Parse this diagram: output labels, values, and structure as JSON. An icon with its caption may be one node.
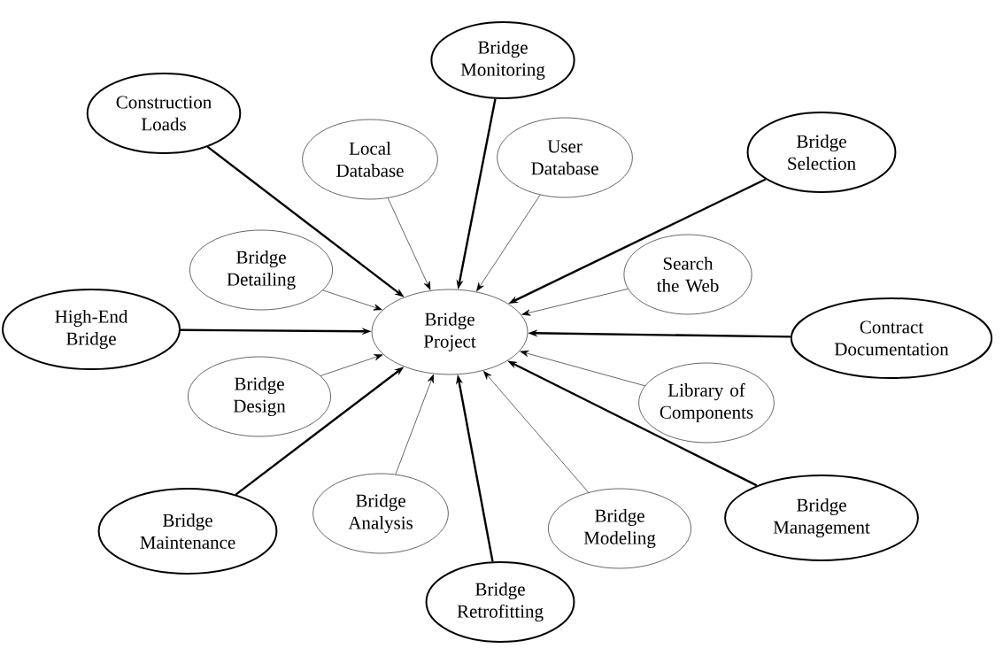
{
  "diagram": {
    "nodes": [
      {
        "text": [
          "Bridge Project"
        ]
      },
      {
        "text": [
          "Bridge Monitoring"
        ]
      },
      {
        "text": [
          "Construction Loads"
        ]
      },
      {
        "text": [
          "Local Database"
        ]
      },
      {
        "text": [
          "User Database"
        ]
      },
      {
        "text": [
          "Bridge Selection"
        ]
      },
      {
        "text": [
          "Bridge Detailing"
        ]
      },
      {
        "text": [
          "Search the Web"
        ]
      },
      {
        "text": [
          "High-End Bridge"
        ]
      },
      {
        "text": [
          "Contract Documentation"
        ]
      },
      {
        "text": [
          "Bridge Design"
        ]
      },
      {
        "text": [
          "Library of Components"
        ]
      },
      {
        "text": [
          "Bridge Analysis"
        ]
      },
      {
        "text": [
          "Bridge Modeling"
        ]
      },
      {
        "text": [
          "Bridge Maintenance"
        ]
      },
      {
        "text": [
          "Bridge Management"
        ]
      },
      {
        "text": [
          "Bridge Retrofitting"
        ]
      }
    ],
    "edges": [
      {
        "from": 1,
        "to": 0,
        "arrow": "to",
        "style": "thick"
      },
      {
        "from": 2,
        "to": 0,
        "arrow": "to",
        "style": "thick"
      },
      {
        "from": 3,
        "to": 0,
        "arrow": "to"
      },
      {
        "from": 4,
        "to": 0,
        "arrow": "to"
      },
      {
        "from": 5,
        "to": 0,
        "arrow": "to",
        "style": "thick"
      },
      {
        "from": 6,
        "to": 0,
        "arrow": "to"
      },
      {
        "from": 7,
        "to": 0,
        "arrow": "to"
      },
      {
        "from": 8,
        "to": 0,
        "arrow": "to",
        "style": "thick"
      },
      {
        "from": 9,
        "to": 0,
        "arrow": "to",
        "style": "thick"
      },
      {
        "from": 10,
        "to": 0,
        "arrow": "to"
      },
      {
        "from": 11,
        "to": 0,
        "arrow": "to"
      },
      {
        "from": 12,
        "to": 0,
        "arrow": "to"
      },
      {
        "from": 13,
        "to": 0,
        "arrow": "to"
      },
      {
        "from": 14,
        "to": 0,
        "arrow": "to",
        "style": "thick"
      },
      {
        "from": 15,
        "to": 0,
        "arrow": "to",
        "style": "thick"
      },
      {
        "from": 16,
        "to": 0,
        "arrow": "to",
        "style": "thick"
      }
    ]
  }
}
